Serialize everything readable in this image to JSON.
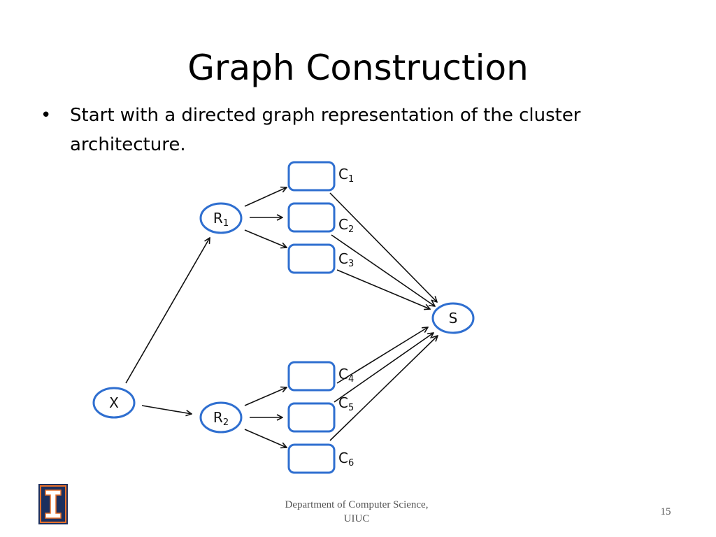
{
  "slide": {
    "title": "Graph Construction",
    "bullet": "Start with a directed graph representation of the cluster architecture.",
    "page_number": "15"
  },
  "footer": {
    "department_line1": "Department of Computer  Science,",
    "department_line2": "UIUC"
  },
  "logo": {
    "icon": "university-of-illinois-block-i-logo",
    "colors": {
      "navy": "#1c2f5e",
      "orange": "#e8702a"
    }
  },
  "diagram": {
    "colors": {
      "node_stroke": "#2f6fd0",
      "edge": "#111111"
    },
    "nodes": {
      "x": {
        "label": "X",
        "subscript": ""
      },
      "r1": {
        "label": "R",
        "subscript": "1"
      },
      "r2": {
        "label": "R",
        "subscript": "2"
      },
      "s": {
        "label": "S",
        "subscript": ""
      },
      "c1": {
        "label": "C",
        "subscript": "1"
      },
      "c2": {
        "label": "C",
        "subscript": "2"
      },
      "c3": {
        "label": "C",
        "subscript": "3"
      },
      "c4": {
        "label": "C",
        "subscript": "4"
      },
      "c5": {
        "label": "C",
        "subscript": "5"
      },
      "c6": {
        "label": "C",
        "subscript": "6"
      }
    },
    "edges": [
      [
        "x",
        "r1"
      ],
      [
        "x",
        "r2"
      ],
      [
        "r1",
        "c1"
      ],
      [
        "r1",
        "c2"
      ],
      [
        "r1",
        "c3"
      ],
      [
        "r2",
        "c4"
      ],
      [
        "r2",
        "c5"
      ],
      [
        "r2",
        "c6"
      ],
      [
        "c1",
        "s"
      ],
      [
        "c2",
        "s"
      ],
      [
        "c3",
        "s"
      ],
      [
        "c4",
        "s"
      ],
      [
        "c5",
        "s"
      ],
      [
        "c6",
        "s"
      ]
    ]
  }
}
